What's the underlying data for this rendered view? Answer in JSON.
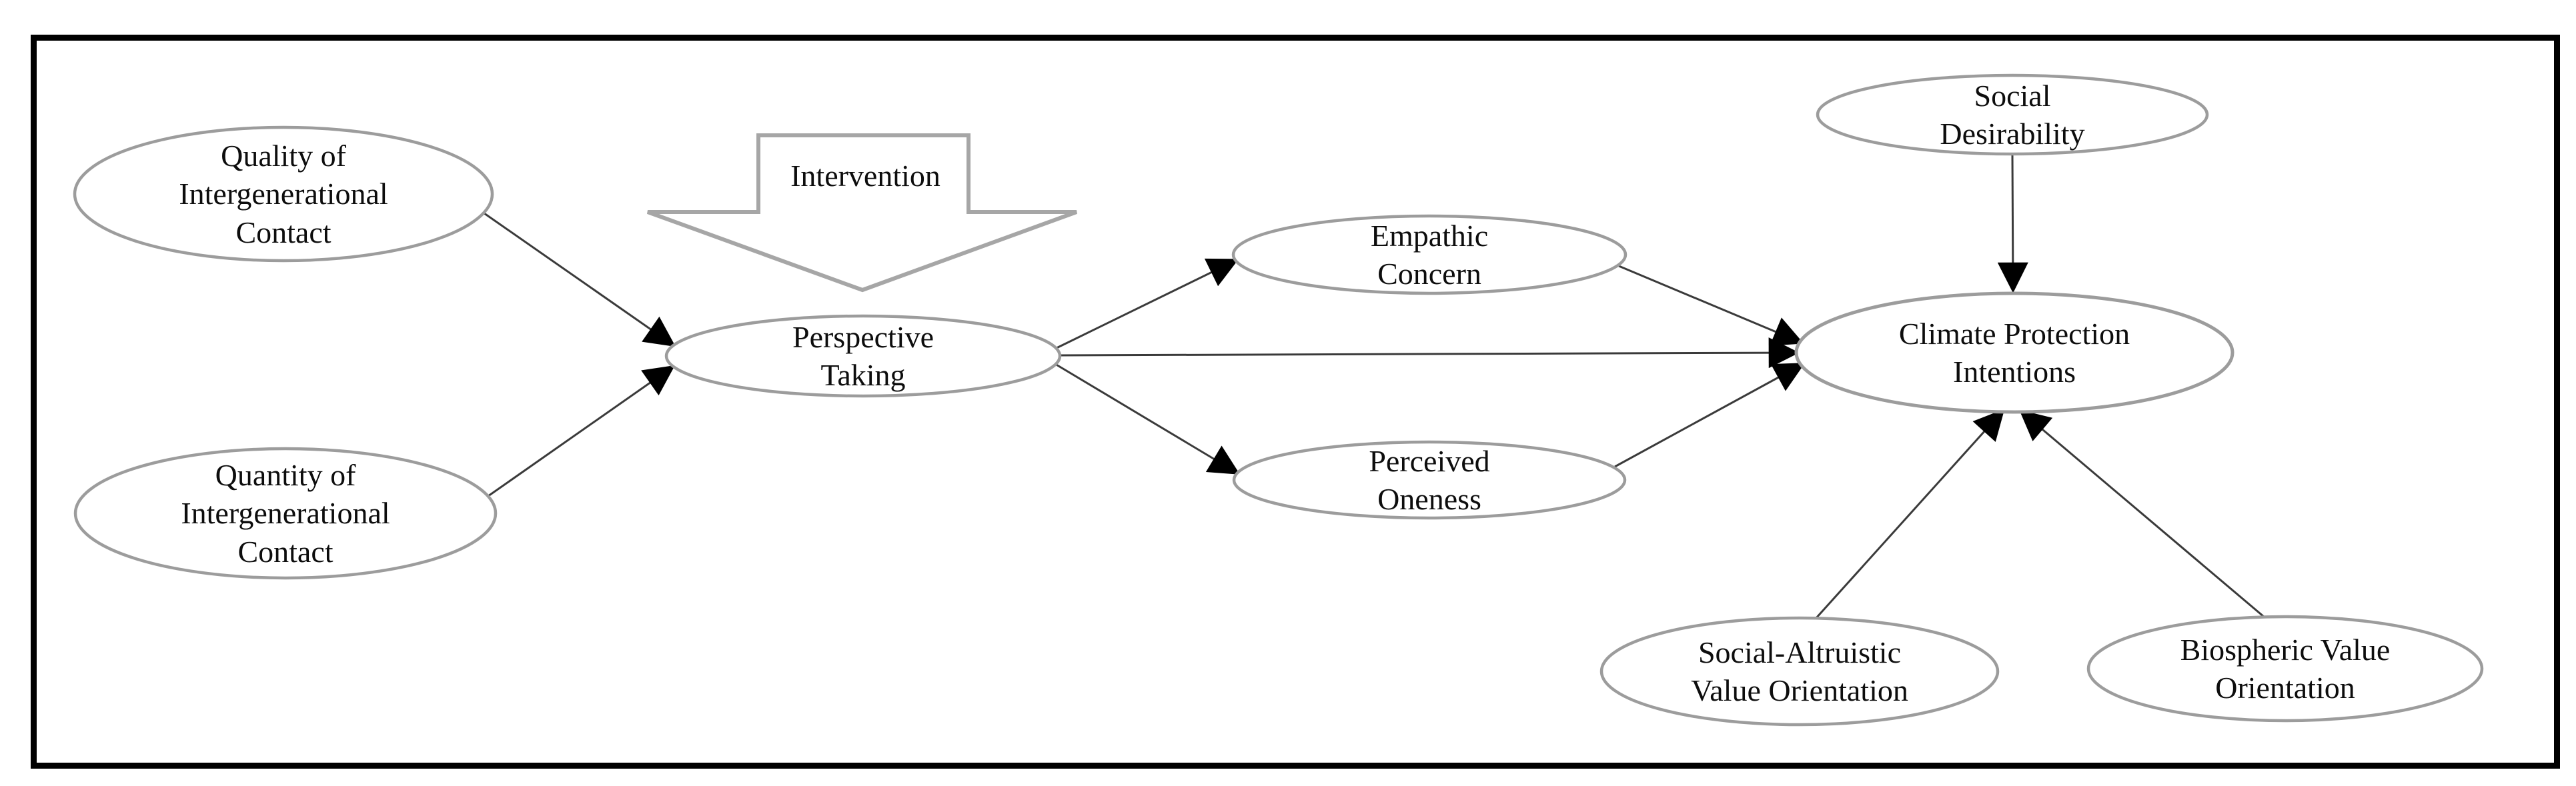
{
  "figure": {
    "kind": "path-model-diagram",
    "style": {
      "ellipse_stroke": "#9c9c9c",
      "intervention_stroke": "#a6a6a6",
      "connector": "#3a3a3a",
      "arrowhead": "#000000",
      "frame_color": "#000000",
      "node_fill": "#ffffff",
      "text_color": "#0d0d0d"
    },
    "nodes": {
      "quality": {
        "label": "Quality of\nIntergenerational\nContact"
      },
      "quantity": {
        "label": "Quantity of\nIntergenerational\nContact"
      },
      "intervention": {
        "label": "Intervention"
      },
      "perspective": {
        "label": "Perspective\nTaking"
      },
      "empathic": {
        "label": "Empathic\nConcern"
      },
      "perceived": {
        "label": "Perceived\nOneness"
      },
      "climate": {
        "label": "Climate Protection\nIntentions"
      },
      "social_desirability": {
        "label": "Social\nDesirability"
      },
      "social_altruistic": {
        "label": "Social-Altruistic\nValue Orientation"
      },
      "biospheric": {
        "label": "Biospheric Value\nOrientation"
      }
    },
    "edges": [
      {
        "from": "quality",
        "to": "perspective"
      },
      {
        "from": "quantity",
        "to": "perspective"
      },
      {
        "from": "intervention",
        "to": "perspective"
      },
      {
        "from": "perspective",
        "to": "empathic"
      },
      {
        "from": "perspective",
        "to": "climate"
      },
      {
        "from": "perspective",
        "to": "perceived"
      },
      {
        "from": "empathic",
        "to": "climate"
      },
      {
        "from": "perceived",
        "to": "climate"
      },
      {
        "from": "social_desirability",
        "to": "climate"
      },
      {
        "from": "social_altruistic",
        "to": "climate"
      },
      {
        "from": "biospheric",
        "to": "climate"
      }
    ]
  }
}
